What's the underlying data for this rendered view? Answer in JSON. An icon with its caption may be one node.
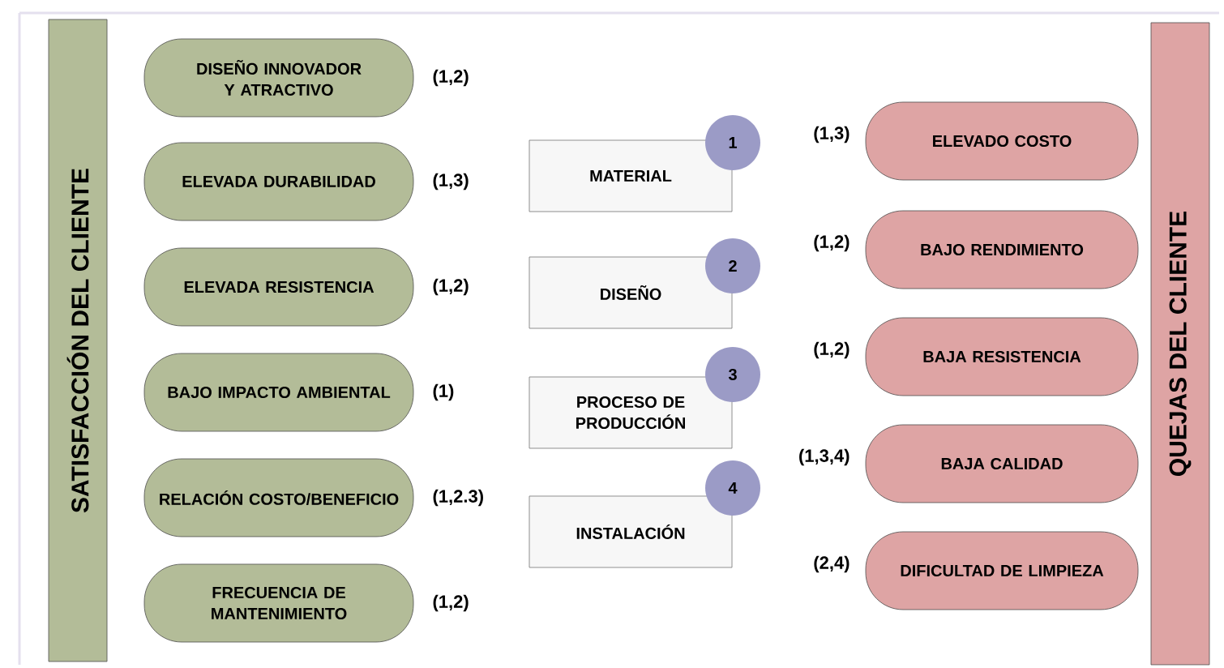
{
  "diagram": {
    "nodes": [
      {
        "text": [
          "SATISFACCIÓN DEL CLIENTE"
        ]
      },
      {
        "text": [
          "DISEÑO INNOVADOR Y ATRACTIVO"
        ],
        "beside": [
          "(1,2)"
        ]
      },
      {
        "text": [
          "ELEVADA DURABILIDAD"
        ],
        "beside": [
          "(1,3)"
        ]
      },
      {
        "text": [
          "ELEVADA RESISTENCIA"
        ],
        "beside": [
          "(1,2)"
        ]
      },
      {
        "text": [
          "BAJO IMPACTO AMBIENTAL"
        ],
        "beside": [
          "(1)"
        ]
      },
      {
        "text": [
          "RELACIÓN COSTO/BENEFICIO"
        ],
        "beside": [
          "(1,2.3)"
        ]
      },
      {
        "text": [
          "FRECUENCIA DE MANTENIMIENTO"
        ],
        "beside": [
          "(1,2)"
        ]
      },
      {
        "text": [
          "MATERIAL"
        ]
      },
      {
        "text": [
          "1"
        ]
      },
      {
        "text": [
          "DISEÑO"
        ]
      },
      {
        "text": [
          "2"
        ]
      },
      {
        "text": [
          "PROCESO DE PRODUCCIÓN"
        ]
      },
      {
        "text": [
          "3"
        ]
      },
      {
        "text": [
          "INSTALACIÓN"
        ]
      },
      {
        "text": [
          "4"
        ]
      },
      {
        "text": [
          "ELEVADO COSTO"
        ],
        "beside": [
          "(1,3)"
        ]
      },
      {
        "text": [
          "BAJO RENDIMIENTO"
        ],
        "beside": [
          "(1,2)"
        ]
      },
      {
        "text": [
          "BAJA RESISTENCIA"
        ],
        "beside": [
          "(1,2)"
        ]
      },
      {
        "text": [
          "BAJA CALIDAD"
        ],
        "beside": [
          "(1,3,4)"
        ]
      },
      {
        "text": [
          "DIFICULTAD DE LIMPIEZA"
        ],
        "beside": [
          "(2,4)"
        ]
      },
      {
        "text": [
          "QUEJAS DEL CLIENTE"
        ]
      }
    ]
  }
}
